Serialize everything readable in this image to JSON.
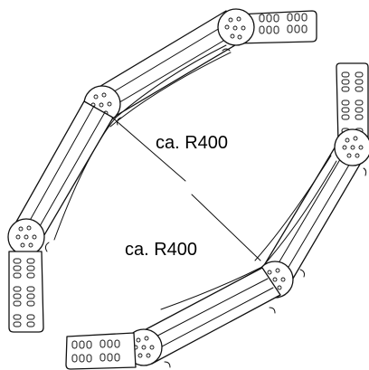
{
  "labels": {
    "radius_upper": "ca. R400",
    "radius_lower": "ca. R400"
  },
  "colors": {
    "line": "#111111",
    "background": "#ffffff",
    "text": "#000000"
  },
  "icons": {
    "hinge": "rounded-hinge-plate",
    "bolt": "bolt-hole-dot",
    "tab": "hook-tab"
  }
}
